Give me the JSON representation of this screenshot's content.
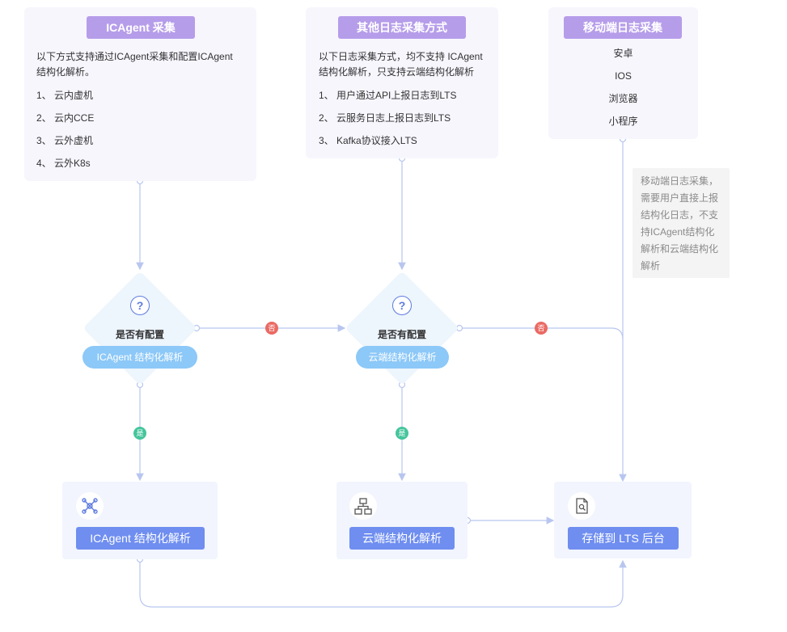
{
  "cards": {
    "icagent": {
      "title": "ICAgent 采集",
      "desc_line1": "以下方式支持通过ICAgent采集和配置ICAgent",
      "desc_line2": "结构化解析。",
      "items": [
        "1、 云内虚机",
        "2、 云内CCE",
        "3、 云外虚机",
        "4、 云外K8s"
      ]
    },
    "other": {
      "title": "其他日志采集方式",
      "desc_line1": "以下日志采集方式，均不支持 ICAgent",
      "desc_line2": "结构化解析，只支持云端结构化解析",
      "items": [
        "1、 用户通过API上报日志到LTS",
        "2、 云服务日志上报日志到LTS",
        "3、 Kafka协议接入LTS"
      ]
    },
    "mobile": {
      "title": "移动端日志采集",
      "items": [
        "安卓",
        "IOS",
        "浏览器",
        "小程序"
      ]
    }
  },
  "note": {
    "lines": [
      "移动端日志采集，",
      "需要用户直接上报",
      "结构化日志，不支",
      "持ICAgent结构化",
      "解析和云端结构化",
      "解析"
    ]
  },
  "decisions": {
    "d1": {
      "question": "是否有配置",
      "pill": "ICAgent 结构化解析",
      "icon": "question-icon"
    },
    "d2": {
      "question": "是否有配置",
      "pill": "云端结构化解析",
      "icon": "question-icon"
    }
  },
  "badges": {
    "no": "否",
    "yes": "是"
  },
  "nodes": {
    "icagent_parse": {
      "label": "ICAgent 结构化解析",
      "icon": "network-icon"
    },
    "cloud_parse": {
      "label": "云端结构化解析",
      "icon": "hierarchy-icon"
    },
    "store": {
      "label": "存储到 LTS 后台",
      "icon": "document-search-icon"
    }
  },
  "colors": {
    "line": "#b8c6ef",
    "title_pill": "#b69dea",
    "blue_pill": "#8cc8f8",
    "node_button": "#6f8ef0",
    "no": "#ea6a63",
    "yes": "#45c59c"
  }
}
